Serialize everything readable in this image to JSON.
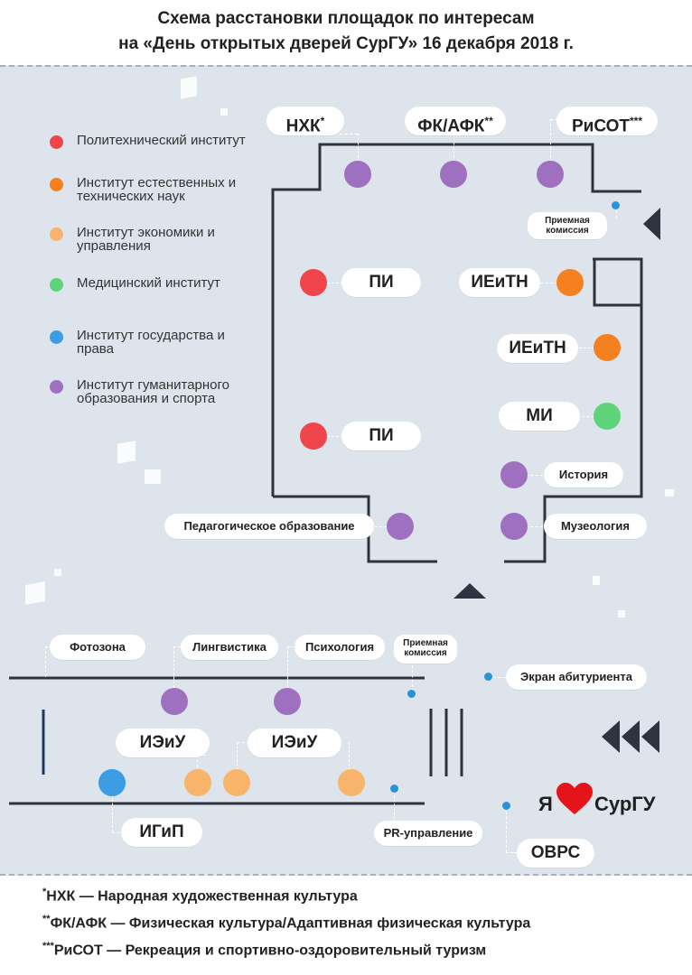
{
  "title": {
    "line1": "Схема расстановки площадок по интересам",
    "line2": "на «День открытых дверей СурГУ» 16 декабря 2018 г."
  },
  "colors": {
    "poly": "#f0454b",
    "natural": "#f5801f",
    "economics": "#f8b46b",
    "medical": "#5dd47a",
    "law": "#3d9de4",
    "humanities": "#a070c0",
    "walls": "#2f3340",
    "navy": "#1b3a5c",
    "heart": "#e5141b"
  },
  "legend": [
    {
      "color": "poly",
      "label": "Политехнический институт"
    },
    {
      "color": "natural",
      "label": "Институт естественных и технических наук"
    },
    {
      "color": "economics",
      "label": "Институт экономики и управления"
    },
    {
      "color": "medical",
      "label": "Медицинский институт"
    },
    {
      "color": "law",
      "label": "Институт государства и права"
    },
    {
      "color": "humanities",
      "label": "Институт гуманитарного образования и спорта"
    }
  ],
  "upper": {
    "nhk": {
      "label": "НХК",
      "mark": "*"
    },
    "fk": {
      "label": "ФК/АФК",
      "mark": "**"
    },
    "risot": {
      "label": "РиСОТ",
      "mark": "***"
    },
    "admissions": "Приемная комиссия",
    "pi_top": "ПИ",
    "ieitn_top": "ИЕиТН",
    "ieitn_mid": "ИЕиТН",
    "mi": "МИ",
    "pi_bottom": "ПИ",
    "history": "История",
    "museology": "Музеология",
    "pedagogy": "Педагогическое образование"
  },
  "lower": {
    "photozone": "Фотозона",
    "linguistics": "Лингвистика",
    "psychology": "Психология",
    "admissions": "Приемная комиссия",
    "applicant_screen": "Экран абитуриента",
    "ieiu_left": "ИЭиУ",
    "ieiu_right": "ИЭиУ",
    "igip": "ИГиП",
    "pr": "PR-управление",
    "ovrs": "ОВРС",
    "logo": {
      "left": "Я",
      "right": "СурГУ",
      "heart": "heart-icon"
    }
  },
  "footnotes": [
    {
      "mark": "*",
      "text": "НХК — Народная художественная культура"
    },
    {
      "mark": "**",
      "text": "ФК/АФК — Физическая культура/Адаптивная физическая культура"
    },
    {
      "mark": "***",
      "text": "РиСОТ — Рекреация и спортивно-оздоровительный туризм"
    }
  ]
}
